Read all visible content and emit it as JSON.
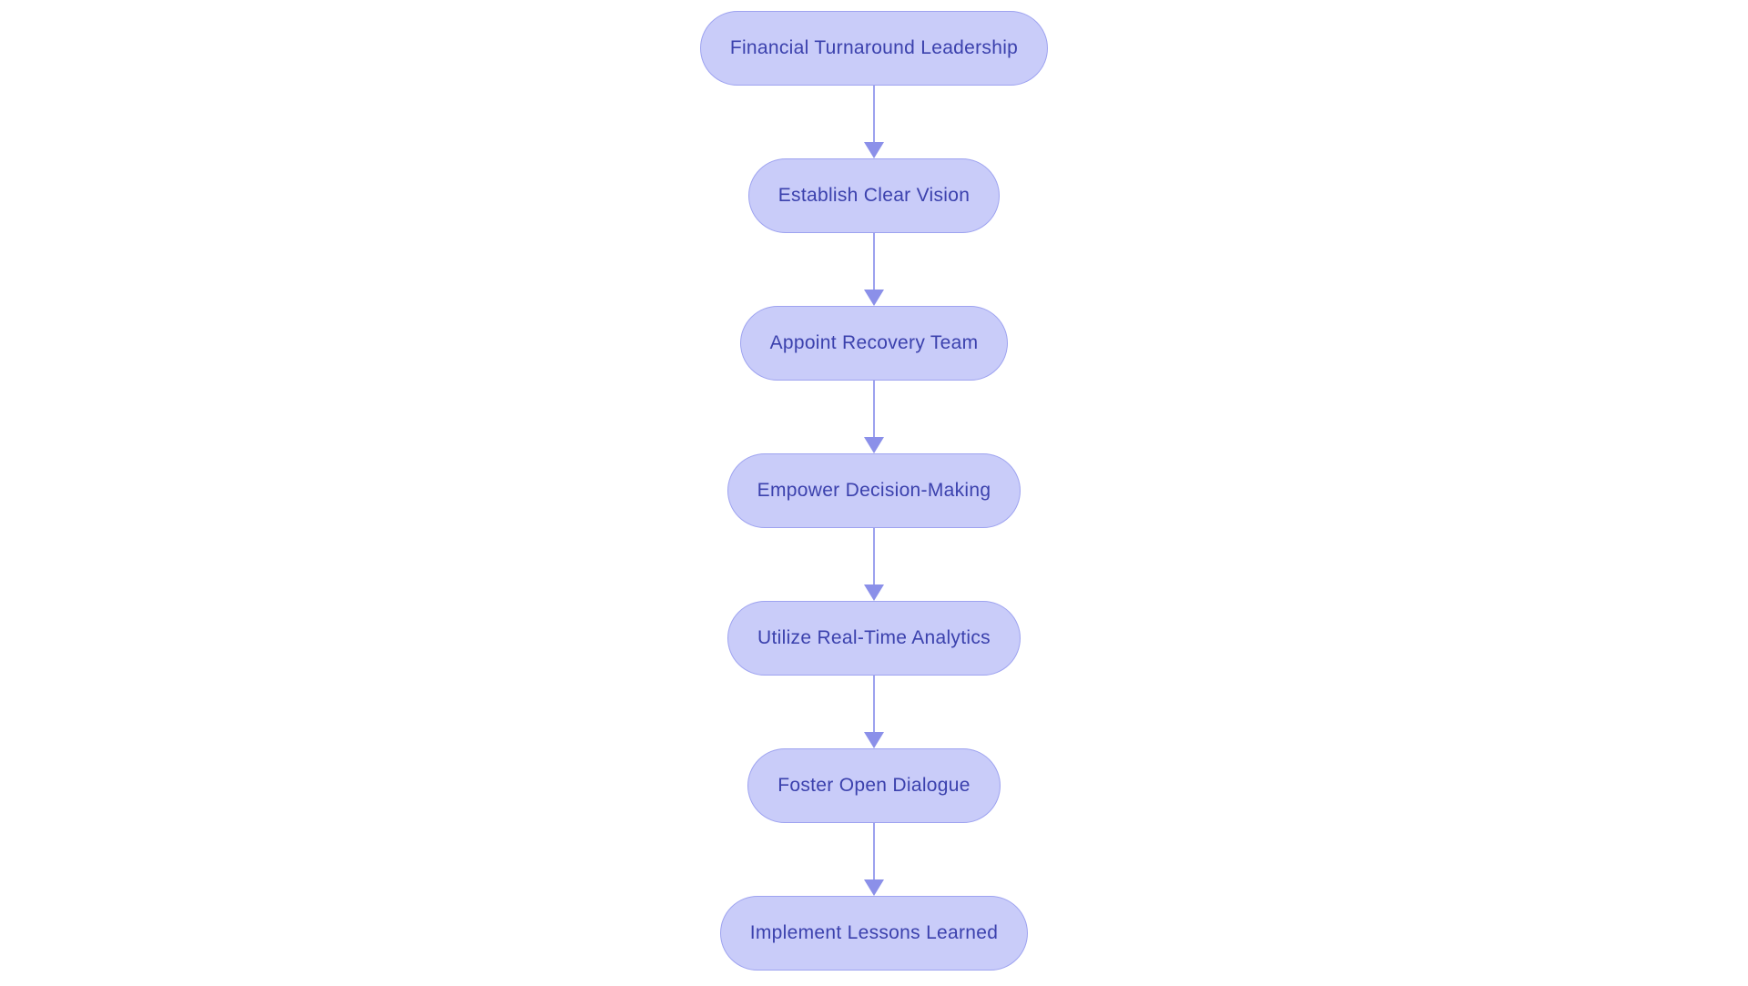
{
  "flowchart": {
    "nodes": [
      {
        "label": "Financial Turnaround Leadership"
      },
      {
        "label": "Establish Clear Vision"
      },
      {
        "label": "Appoint Recovery Team"
      },
      {
        "label": "Empower Decision-Making"
      },
      {
        "label": "Utilize Real-Time Analytics"
      },
      {
        "label": "Foster Open Dialogue"
      },
      {
        "label": "Implement Lessons Learned"
      }
    ],
    "connections": [
      {
        "from": "Financial Turnaround Leadership",
        "to": "Establish Clear Vision"
      },
      {
        "from": "Establish Clear Vision",
        "to": "Appoint Recovery Team"
      },
      {
        "from": "Appoint Recovery Team",
        "to": "Empower Decision-Making"
      },
      {
        "from": "Empower Decision-Making",
        "to": "Utilize Real-Time Analytics"
      },
      {
        "from": "Utilize Real-Time Analytics",
        "to": "Foster Open Dialogue"
      },
      {
        "from": "Foster Open Dialogue",
        "to": "Implement Lessons Learned"
      }
    ]
  },
  "colors": {
    "background": "#ffffff",
    "node_fill": "#c9ccf9",
    "node_border": "#9ea3f0",
    "node_text": "#3b41ad",
    "arrow": "#8b90e9",
    "arrow_line": "#9ca1ee"
  }
}
